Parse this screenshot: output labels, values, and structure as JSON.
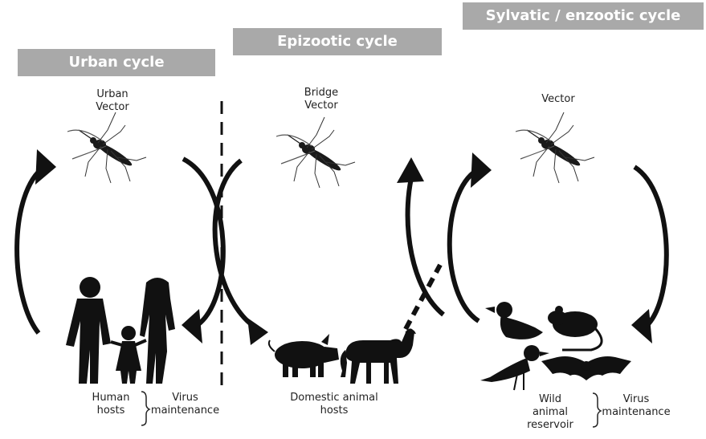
{
  "banners": {
    "urban": "Urban cycle",
    "epizootic": "Epizootic cycle",
    "sylvatic": "Sylvatic / enzootic cycle"
  },
  "labels": {
    "urban_vector": "Urban\nVector",
    "bridge_vector": "Bridge\nVector",
    "vector": "Vector",
    "human_hosts": "Human\nhosts",
    "virus_maintenance_1": "Virus\nmaintenance",
    "domestic_hosts": "Domestic animal\nhosts",
    "wild_reservoir": "Wild\nanimal\nreservoir",
    "virus_maintenance_2": "Virus\nmaintenance"
  },
  "colors": {
    "banner": "#a9a9a9",
    "ink": "#111111"
  }
}
